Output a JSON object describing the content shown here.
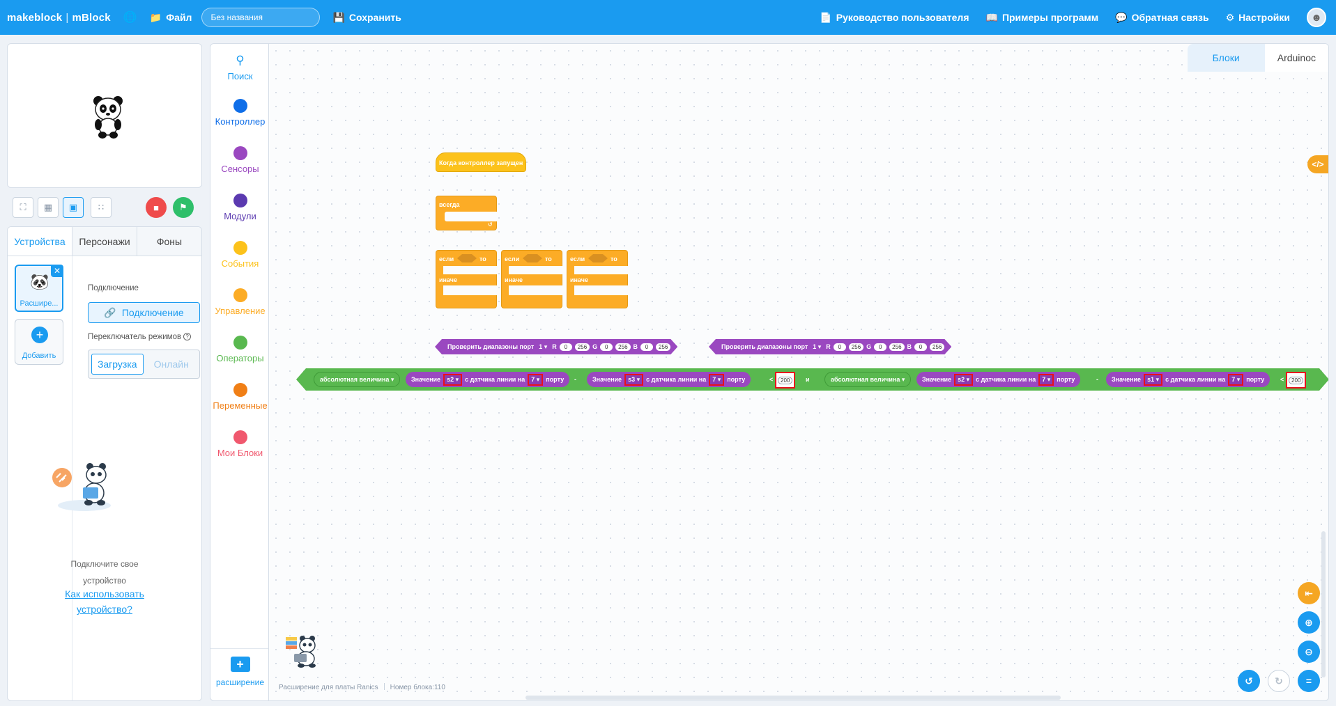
{
  "topbar": {
    "logo_brand": "makeblock",
    "logo_sep": "|",
    "logo_product": "mBlock",
    "file_label": "Файл",
    "project_name": "Без названия",
    "save_label": "Сохранить",
    "guide_label": "Руководство пользователя",
    "examples_label": "Примеры программ",
    "feedback_label": "Обратная связь",
    "settings_label": "Настройки"
  },
  "device_tabs": [
    "Устройства",
    "Персонажи",
    "Фоны"
  ],
  "device": {
    "card_label": "Расшире...",
    "add_label": "Добавить",
    "connection_section": "Подключение",
    "connect_button": "Подключение",
    "mode_section": "Переключатель режимов",
    "mode_upload": "Загрузка",
    "mode_live": "Онлайн",
    "empty_text_1": "Подключите свое",
    "empty_text_2": "устройство",
    "help_link_1": "Как использовать",
    "help_link_2": "устройство?"
  },
  "categories": [
    {
      "name": "Поиск",
      "color": "#1a9bf0"
    },
    {
      "name": "Контроллер",
      "color": "#0f6ee8"
    },
    {
      "name": "Сенсоры",
      "color": "#9a48c0"
    },
    {
      "name": "Модули",
      "color": "#5b3ab0"
    },
    {
      "name": "События",
      "color": "#fcc21b"
    },
    {
      "name": "Управление",
      "color": "#fcac26"
    },
    {
      "name": "Операторы",
      "color": "#59b84f"
    },
    {
      "name": "Переменные",
      "color": "#f07f16"
    },
    {
      "name": "Мои Блоки",
      "color": "#f0586e"
    }
  ],
  "extension_label": "расширение",
  "workspace": {
    "tab_blocks": "Блоки",
    "tab_code": "Arduinoc",
    "code_toggle": "</>",
    "footer_ext": "Расширение для платы Ranics",
    "footer_block": "Номер блока:110"
  },
  "blocks": {
    "hat": "Когда контроллер запущен",
    "forever": "всегда",
    "if": "если",
    "then": "то",
    "else": "иначе",
    "check_range": "Проверить диапазоны порт",
    "port_val": "1",
    "r": "R",
    "g": "G",
    "b": "B",
    "zero": "0",
    "max": "256",
    "abs": "абсолютная величина",
    "value": "Значение",
    "from_sensor": "с датчика линии на",
    "port_word": "порту",
    "minus": "-",
    "less": "<",
    "and": "и",
    "s1": "s1",
    "s2": "s2",
    "s3": "s3",
    "port7": "7",
    "threshold": "200"
  },
  "colors": {
    "accent": "#1a9bf0",
    "control": "#fcac26",
    "sensor": "#9a48c0",
    "operator": "#59b84f",
    "highlight": "#e8101c"
  }
}
